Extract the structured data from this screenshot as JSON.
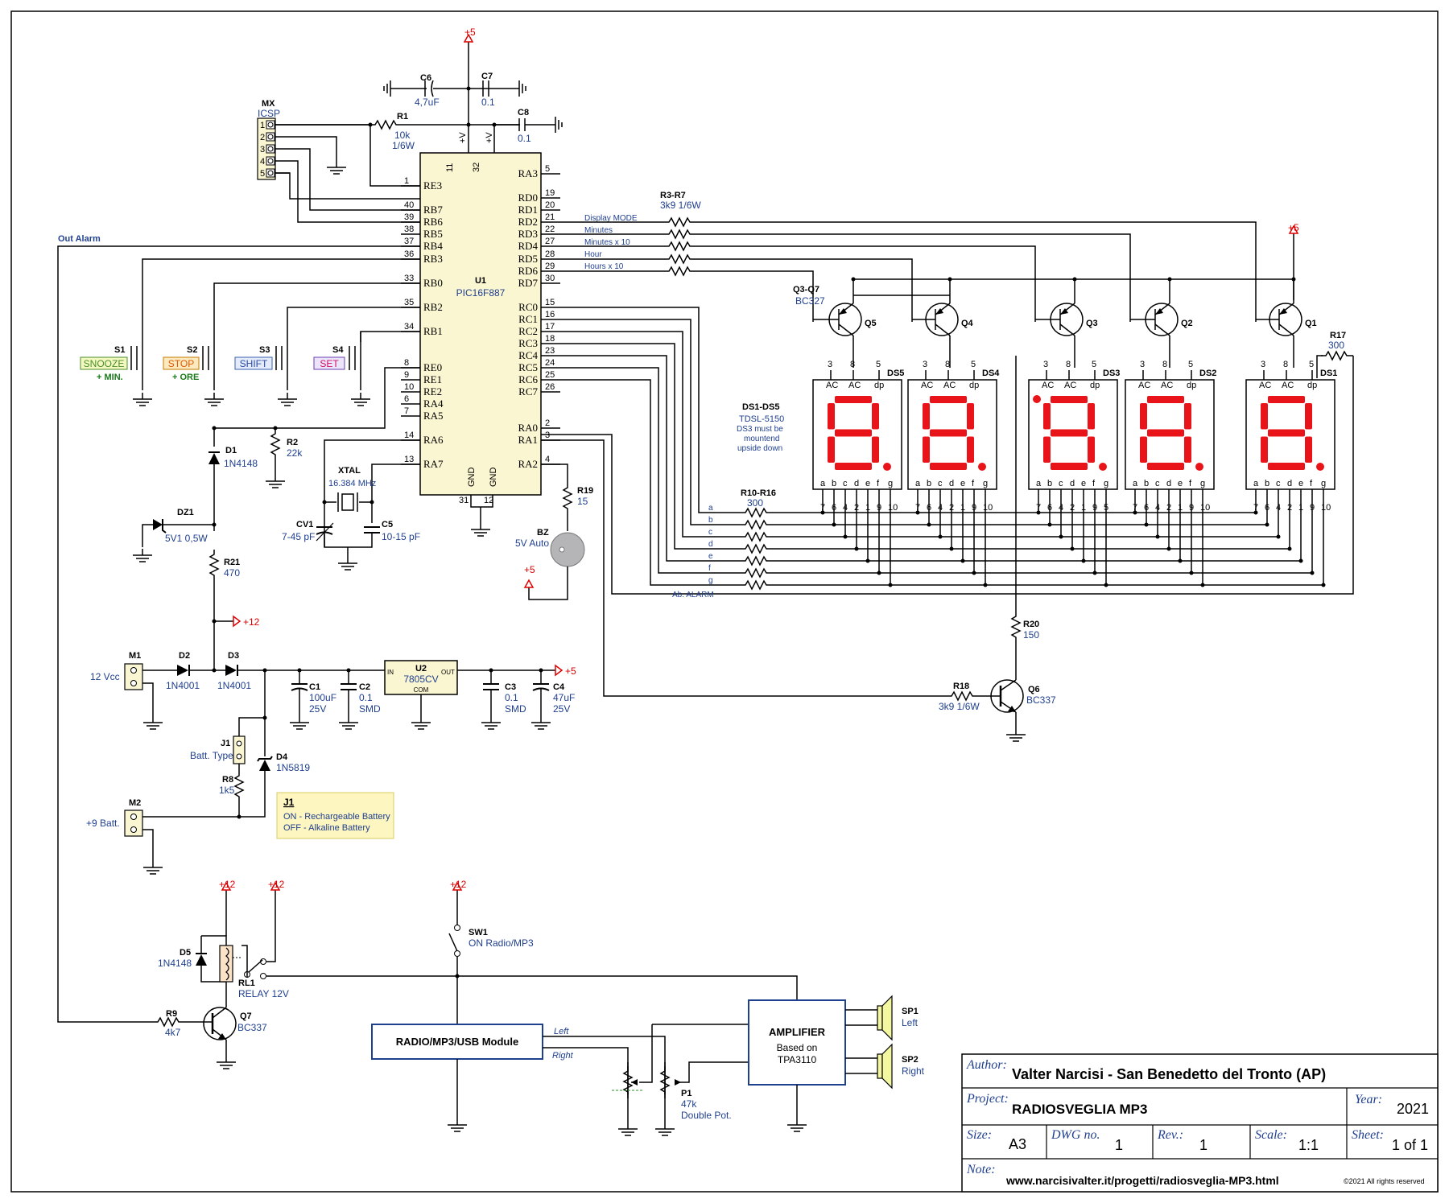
{
  "title_block": {
    "author_label": "Author:",
    "author": "Valter Narcisi - San Benedetto del Tronto (AP)",
    "project_label": "Project:",
    "project": "RADIOSVEGLIA MP3",
    "year_label": "Year:",
    "year": "2021",
    "size_label": "Size:",
    "size": "A3",
    "dwg_label": "DWG no.",
    "dwg": "1",
    "rev_label": "Rev.:",
    "rev": "1",
    "scale_label": "Scale:",
    "scale": "1:1",
    "sheet_label": "Sheet:",
    "sheet": "1 of 1",
    "note_label": "Note:",
    "note": "www.narcisivalter.it/progetti/radiosveglia-MP3.html",
    "copyright": "©2021 All rights reserved"
  },
  "mcu": {
    "ref": "U1",
    "part": "PIC16F887",
    "left_pins": [
      {
        "num": "1",
        "name": "RE3"
      },
      {
        "num": "40",
        "name": "RB7"
      },
      {
        "num": "39",
        "name": "RB6"
      },
      {
        "num": "38",
        "name": "RB5"
      },
      {
        "num": "37",
        "name": "RB4"
      },
      {
        "num": "36",
        "name": "RB3"
      },
      {
        "num": "33",
        "name": "RB0"
      },
      {
        "num": "35",
        "name": "RB2"
      },
      {
        "num": "34",
        "name": "RB1"
      },
      {
        "num": "8",
        "name": "RE0"
      },
      {
        "num": "9",
        "name": "RE1"
      },
      {
        "num": "10",
        "name": "RE2"
      },
      {
        "num": "6",
        "name": "RA4"
      },
      {
        "num": "7",
        "name": "RA5"
      },
      {
        "num": "14",
        "name": "RA6"
      },
      {
        "num": "13",
        "name": "RA7"
      }
    ],
    "right_pins": [
      {
        "num": "5",
        "name": "RA3"
      },
      {
        "num": "19",
        "name": "RD0"
      },
      {
        "num": "20",
        "name": "RD1"
      },
      {
        "num": "21",
        "name": "RD2"
      },
      {
        "num": "22",
        "name": "RD3"
      },
      {
        "num": "27",
        "name": "RD4"
      },
      {
        "num": "28",
        "name": "RD5"
      },
      {
        "num": "29",
        "name": "RD6"
      },
      {
        "num": "30",
        "name": "RD7"
      },
      {
        "num": "15",
        "name": "RC0"
      },
      {
        "num": "16",
        "name": "RC1"
      },
      {
        "num": "17",
        "name": "RC2"
      },
      {
        "num": "18",
        "name": "RC3"
      },
      {
        "num": "23",
        "name": "RC4"
      },
      {
        "num": "24",
        "name": "RC5"
      },
      {
        "num": "25",
        "name": "RC6"
      },
      {
        "num": "26",
        "name": "RC7"
      },
      {
        "num": "2",
        "name": "RA0"
      },
      {
        "num": "3",
        "name": "RA1"
      },
      {
        "num": "4",
        "name": "RA2"
      }
    ],
    "top_pins": [
      {
        "num": "11",
        "name": "+V"
      },
      {
        "num": "32",
        "name": "+V"
      }
    ],
    "bottom_pins": [
      {
        "num": "31",
        "name": "GND"
      },
      {
        "num": "12",
        "name": "GND"
      }
    ]
  },
  "nets": {
    "out_alarm": "Out Alarm",
    "display_mode": "Display MODE",
    "minutes": "Minutes",
    "minutes_x10": "Minutes x 10",
    "hour": "Hour",
    "hours_x10": "Hours x 10",
    "ab_alarm": "Ab. ALARM",
    "seg_letters": [
      "a",
      "b",
      "c",
      "d",
      "e",
      "f",
      "g"
    ]
  },
  "power": {
    "p5": "+5",
    "p12": "+12"
  },
  "connector_mx": {
    "ref": "MX",
    "name": "ICSP",
    "pins": [
      "1",
      "2",
      "3",
      "4",
      "5"
    ]
  },
  "components": {
    "c6": {
      "ref": "C6",
      "val": "4,7uF"
    },
    "c7": {
      "ref": "C7",
      "val": "0.1"
    },
    "c8": {
      "ref": "C8",
      "val": "0.1"
    },
    "r1": {
      "ref": "R1",
      "val": "10k",
      "val2": "1/6W"
    },
    "r2": {
      "ref": "R2",
      "val": "22k"
    },
    "d1": {
      "ref": "D1",
      "val": "1N4148"
    },
    "dz1": {
      "ref": "DZ1",
      "val": "5V1 0,5W"
    },
    "r21": {
      "ref": "R21",
      "val": "470"
    },
    "xtal": {
      "ref": "XTAL",
      "val": "16.384 MHz"
    },
    "cv1": {
      "ref": "CV1",
      "val": "7-45 pF"
    },
    "c5": {
      "ref": "C5",
      "val": "10-15 pF"
    },
    "r19": {
      "ref": "R19",
      "val": "15"
    },
    "bz": {
      "ref": "BZ",
      "val": "5V Auto"
    },
    "r3r7": {
      "ref": "R3-R7",
      "val": "3k9 1/6W"
    },
    "q3q7": {
      "ref": "Q3-Q7",
      "val": "BC327"
    },
    "q_labels": [
      "Q5",
      "Q4",
      "Q3",
      "Q2",
      "Q1"
    ],
    "ds_labels": [
      "DS5",
      "DS4",
      "DS3",
      "DS2",
      "DS1"
    ],
    "ds_top_pins": [
      "3",
      "8",
      "5"
    ],
    "ds_top_names": [
      "AC",
      "AC",
      "dp"
    ],
    "ds_bottom_names": [
      "a",
      "b",
      "c",
      "d",
      "e",
      "f",
      "g"
    ],
    "ds_bottom_pins": [
      "7",
      "6",
      "4",
      "2",
      "1",
      "9",
      "10"
    ],
    "ds3_bottom_pins": [
      "7",
      "6",
      "4",
      "2",
      "1",
      "9",
      "5"
    ],
    "ds_note_ref": "DS1-DS5",
    "ds_note_lines": [
      "TDSL-5150",
      "DS3 must be",
      "mountend",
      "upside down"
    ],
    "r17": {
      "ref": "R17",
      "val": "300"
    },
    "r10r16": {
      "ref": "R10-R16",
      "val": "300"
    },
    "r20": {
      "ref": "R20",
      "val": "150"
    },
    "r18": {
      "ref": "R18",
      "val": "3k9 1/6W"
    },
    "q6": {
      "ref": "Q6",
      "val": "BC337"
    },
    "s1": {
      "ref": "S1",
      "label": "SNOOZE",
      "sub": "+ MIN."
    },
    "s2": {
      "ref": "S2",
      "label": "STOP",
      "sub": "+ ORE"
    },
    "s3": {
      "ref": "S3",
      "label": "SHIFT"
    },
    "s4": {
      "ref": "S4",
      "label": "SET"
    },
    "m1": {
      "ref": "M1",
      "val": "12 Vcc"
    },
    "d2": {
      "ref": "D2",
      "val": "1N4001"
    },
    "d3": {
      "ref": "D3",
      "val": "1N4001"
    },
    "c1": {
      "ref": "C1",
      "val": "100uF",
      "val2": "25V"
    },
    "c2": {
      "ref": "C2",
      "val": "0.1",
      "val2": "SMD"
    },
    "u2": {
      "ref": "U2",
      "val": "7805CV",
      "in": "IN",
      "out": "OUT",
      "com": "COM"
    },
    "c3": {
      "ref": "C3",
      "val": "0.1",
      "val2": "SMD"
    },
    "c4": {
      "ref": "C4",
      "val": "47uF",
      "val2": "25V"
    },
    "j1": {
      "ref": "J1",
      "val": "Batt. Type"
    },
    "d4": {
      "ref": "D4",
      "val": "1N5819"
    },
    "r8": {
      "ref": "R8",
      "val": "1k5"
    },
    "m2": {
      "ref": "M2",
      "val": "+9 Batt."
    },
    "j1_note": {
      "title": "J1",
      "line1": "ON - Rechargeable Battery",
      "line2": "OFF - Alkaline Battery"
    },
    "d5": {
      "ref": "D5",
      "val": "1N4148"
    },
    "rl1": {
      "ref": "RL1",
      "val": "RELAY 12V"
    },
    "r9": {
      "ref": "R9",
      "val": "4k7"
    },
    "q7": {
      "ref": "Q7",
      "val": "BC337"
    },
    "sw1": {
      "ref": "SW1",
      "val": "ON Radio/MP3"
    },
    "radio": {
      "label": "RADIO/MP3/USB Module",
      "left": "Left",
      "right": "Right"
    },
    "amp": {
      "line1": "AMPLIFIER",
      "line2": "Based on",
      "line3": "TPA3110"
    },
    "p1": {
      "ref": "P1",
      "val": "47k",
      "val2": "Double Pot."
    },
    "sp1": {
      "ref": "SP1",
      "val": "Left"
    },
    "sp2": {
      "ref": "SP2",
      "val": "Right"
    }
  }
}
